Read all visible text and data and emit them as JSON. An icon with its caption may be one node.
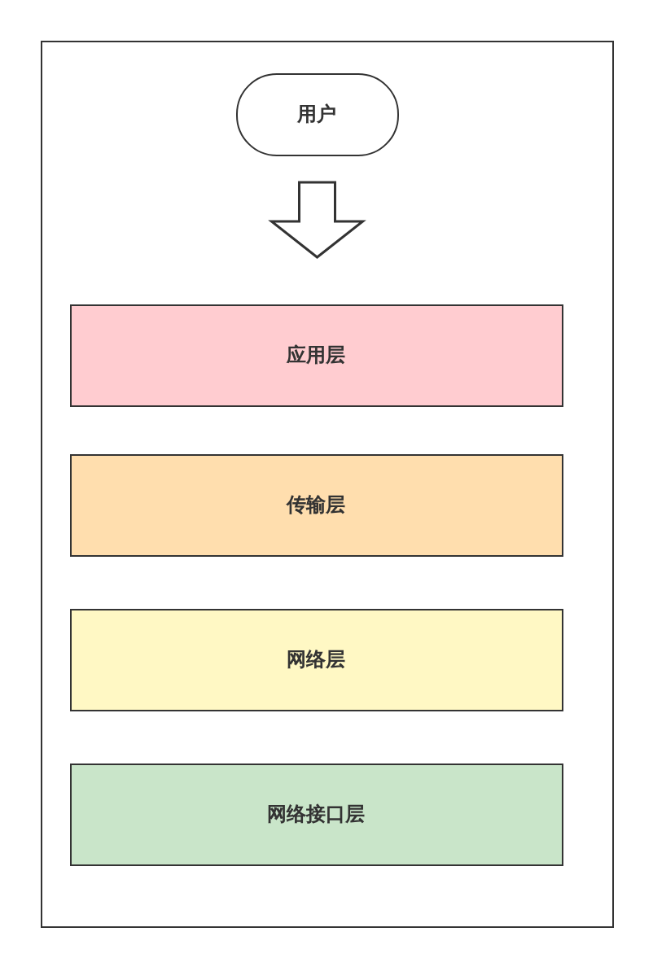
{
  "diagram": {
    "nodes": [
      {
        "text": [],
        "shape": "box"
      },
      {
        "text": [
          "用户"
        ],
        "in": 0
      },
      {
        "text": [
          "应用层"
        ],
        "in": 0
      },
      {
        "text": [
          "传输层"
        ],
        "in": 0
      },
      {
        "text": [
          "网络层"
        ],
        "in": 0
      },
      {
        "text": [
          "网络接口层"
        ],
        "in": 0
      }
    ],
    "edges": [
      {
        "from": 1,
        "to": 2,
        "arrow": "to"
      }
    ]
  }
}
